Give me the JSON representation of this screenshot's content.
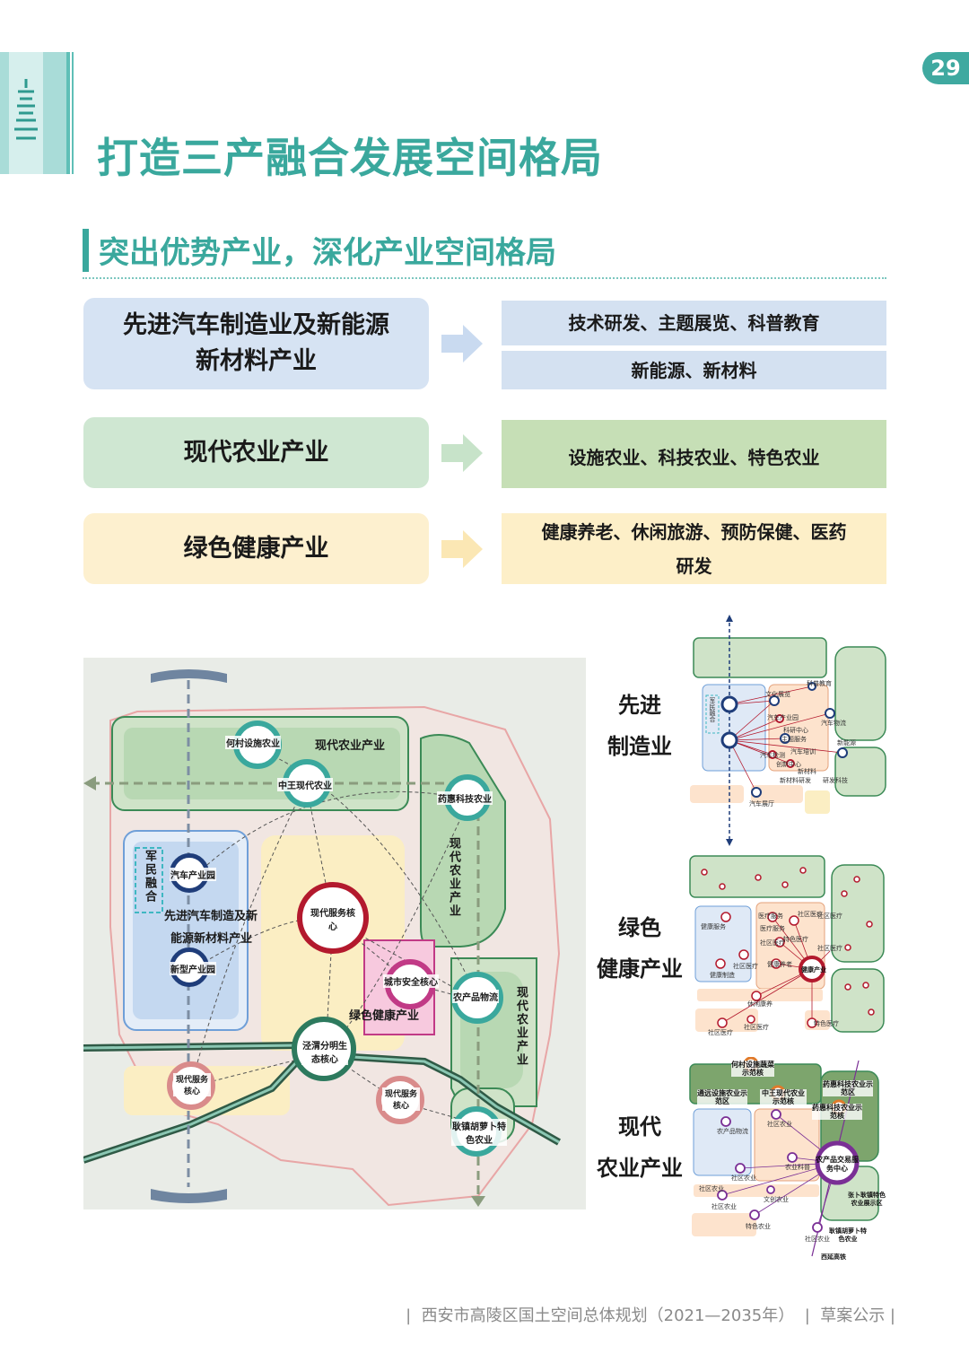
{
  "header": {
    "page_number": "29",
    "title": "打造三产融合发展空间格局",
    "subtitle": "突出优势产业，深化产业空间格局"
  },
  "rows": [
    {
      "left": "先进汽车制造业及新能源新材料产业",
      "left_line1": "先进汽车制造业及新能源",
      "left_line2": "新材料产业",
      "right": [
        "技术研发、主题展览、科普教育",
        "新能源、新材料"
      ],
      "color_left": "#d6e3f3",
      "color_right": "#d4e1f1"
    },
    {
      "left": "现代农业产业",
      "right": [
        "设施农业、科技农业、特色农业"
      ],
      "color_left": "#cfe7d2",
      "color_right": "#c6dfb6"
    },
    {
      "left": "绿色健康产业",
      "right_line1": "健康养老、休闲旅游、预防保健、医药",
      "right_line2": "研发",
      "color_left": "#fdf0cf",
      "color_right": "#fdefc8"
    }
  ],
  "map": {
    "labels": {
      "hecun": "何村设施农业",
      "modern_agri_top": "现代农业产业",
      "zhongwang": "中王现代农业",
      "yaohui": "药惠科技农业",
      "junmin": "军民融合",
      "auto_park": "汽车产业园",
      "adv_auto_1": "先进汽车制造及新",
      "adv_auto_2": "能源新材料产业",
      "new_park": "新型产业园",
      "service_core": "现代服务核心",
      "city_safety": "城市安全核心",
      "green_health": "绿色健康产业",
      "agri_logistics": "农产品物流",
      "modern_agri_right": "现代农业产业",
      "modern_agri_mid": "现代农业产业",
      "jingwei": "泾渭分明生态核心",
      "service_core_w": "现代服务核心",
      "service_core_s": "现代服务核心",
      "gengzhen": "耿镇胡萝卜特色农业"
    }
  },
  "diagrams": {
    "d1": {
      "label_line1": "先进",
      "label_line2": "制造业",
      "tiny": [
        "军民融合",
        "文化展览",
        "科普教育",
        "汽车产业园",
        "科研中心",
        "主题服务",
        "汽车物流",
        "汽车检测",
        "创新中心",
        "新能源",
        "汽车培训",
        "新材料",
        "新材料研发",
        "研发科技",
        "汽车展厅"
      ]
    },
    "d2": {
      "label_line1": "绿色",
      "label_line2": "健康产业",
      "tiny": [
        "健康服务",
        "医疗服务",
        "社区医疗",
        "医疗服务",
        "社区医疗",
        "特色医疗",
        "健康制造",
        "社区医疗",
        "健康养老",
        "社区医疗",
        "休闲康养",
        "社区医疗",
        "社区医疗",
        "特色医疗",
        "社区医疗"
      ],
      "core": "健康产业"
    },
    "d3": {
      "label_line1": "现代",
      "label_line2": "农业产业",
      "hecun": "何村设施蔬菜示范核",
      "tongyuan": "通远设施农业示范区",
      "zhongwang": "中王现代农业示范核",
      "yaohui": "药惠科技农业示范区",
      "yaohui2": "药惠科技农业示范核",
      "center": "农产品交易服务中心",
      "zhangbu": "张卜耿镇特色农业展示区",
      "gengzhen": "耿镇胡萝卜特色农业",
      "rail": "西延高铁",
      "tiny": [
        "农产品物流",
        "社区农业",
        "社区农业",
        "农业科普",
        "社区农业",
        "文创农业",
        "社区农业",
        "特色农业",
        "社区农业"
      ]
    }
  },
  "footer": {
    "text": "西安市高陵区国土空间总体规划（2021—2035年）",
    "tag": "草案公示"
  },
  "colors": {
    "accent": "#3aa89d",
    "blue": "#1f3d7a",
    "red": "#b3192d",
    "green": "#2d7a5e",
    "purple": "#7a2f95"
  }
}
